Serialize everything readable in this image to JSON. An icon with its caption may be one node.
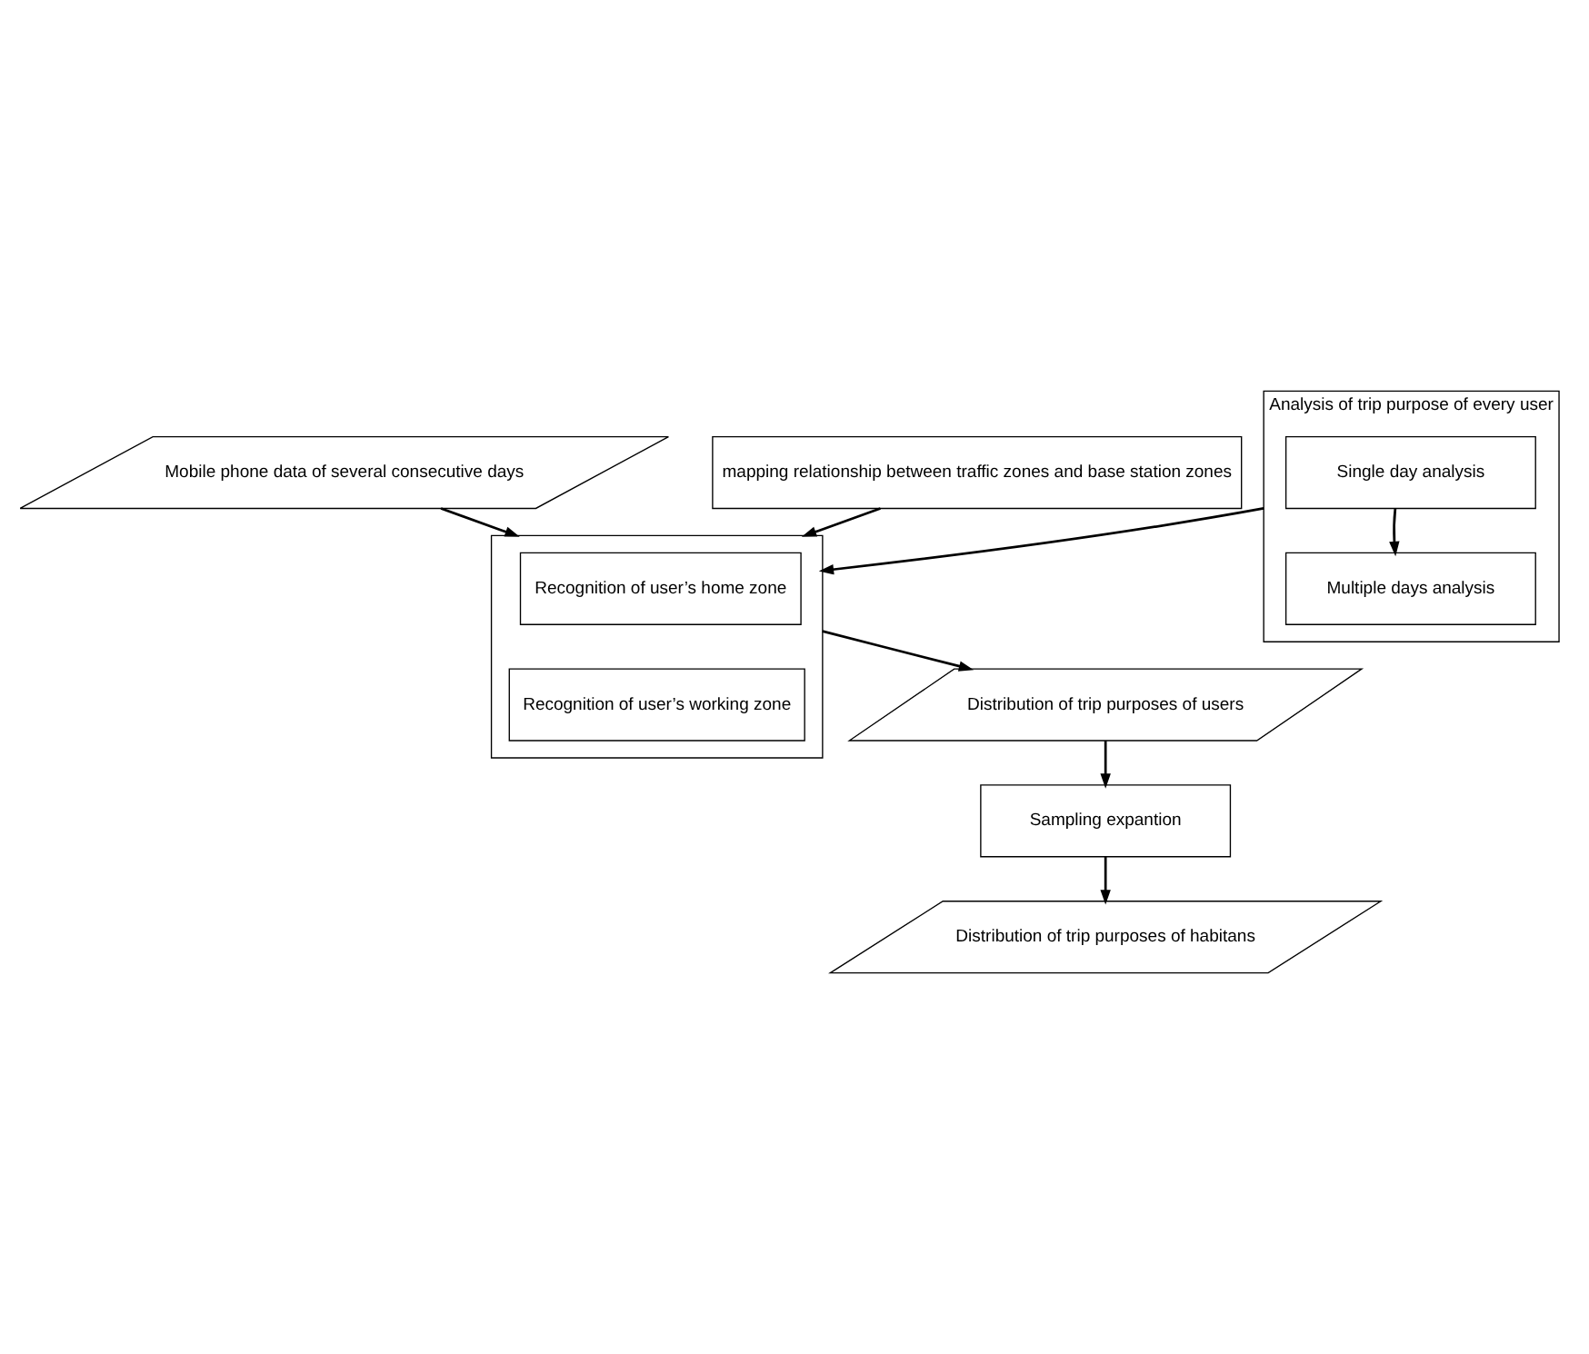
{
  "diagram": {
    "nodes": [
      {
        "text": [
          "Mobile phone data of several consecutive days"
        ]
      },
      {
        "text": [
          "mapping relationship between traffic zones and base station zones"
        ]
      },
      {
        "text": [],
        "shape": "box"
      },
      {
        "text": [
          "Recognition of user’s home zone"
        ],
        "in": 2
      },
      {
        "text": [
          "Recognition of user’s working zone"
        ],
        "in": 2
      },
      {
        "text": [
          "Analysis of trip purpose of every user"
        ]
      },
      {
        "text": [
          "Single day analysis"
        ],
        "in": 5
      },
      {
        "text": [
          "Multiple days analysis"
        ],
        "in": 5
      },
      {
        "text": [
          "Distribution of trip purposes of users"
        ]
      },
      {
        "text": [
          "Sampling expantion"
        ]
      },
      {
        "text": [
          "Distribution of trip purposes of habitans"
        ]
      }
    ],
    "edges": [
      {
        "from": 0,
        "to": 2,
        "arrow": "to"
      },
      {
        "from": 1,
        "to": 2,
        "arrow": "to"
      },
      {
        "from": 5,
        "to": 2,
        "arrow": "to"
      },
      {
        "from": 6,
        "to": 7,
        "arrow": "to"
      },
      {
        "from": 2,
        "to": 8,
        "arrow": "to"
      },
      {
        "from": 8,
        "to": 9,
        "arrow": "to"
      },
      {
        "from": 9,
        "to": 10,
        "arrow": "to"
      }
    ]
  }
}
